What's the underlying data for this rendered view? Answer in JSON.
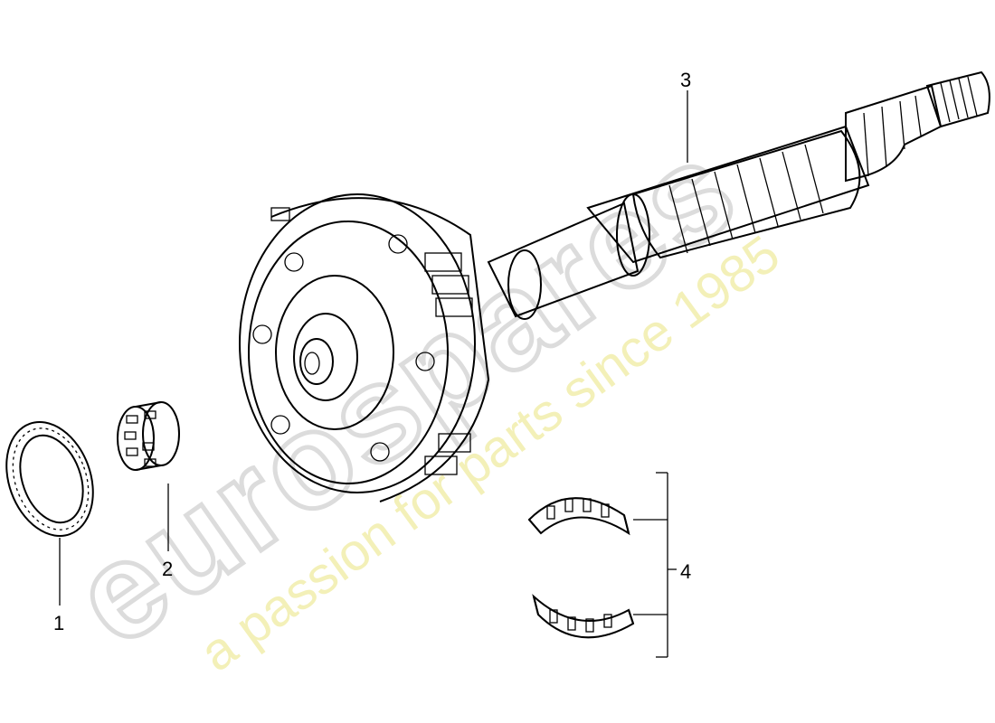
{
  "diagram": {
    "callouts": [
      {
        "number": "1",
        "part": "bearing-ring"
      },
      {
        "number": "2",
        "part": "needle-bearing-cage"
      },
      {
        "number": "3",
        "part": "shaft-with-carrier"
      },
      {
        "number": "4",
        "part": "split-needle-bearing"
      }
    ]
  },
  "watermark": {
    "logo": "eurospares",
    "tagline": "a passion for parts since 1985",
    "logo_color": "#d8d8d8",
    "tagline_color": "#f2efb0"
  }
}
